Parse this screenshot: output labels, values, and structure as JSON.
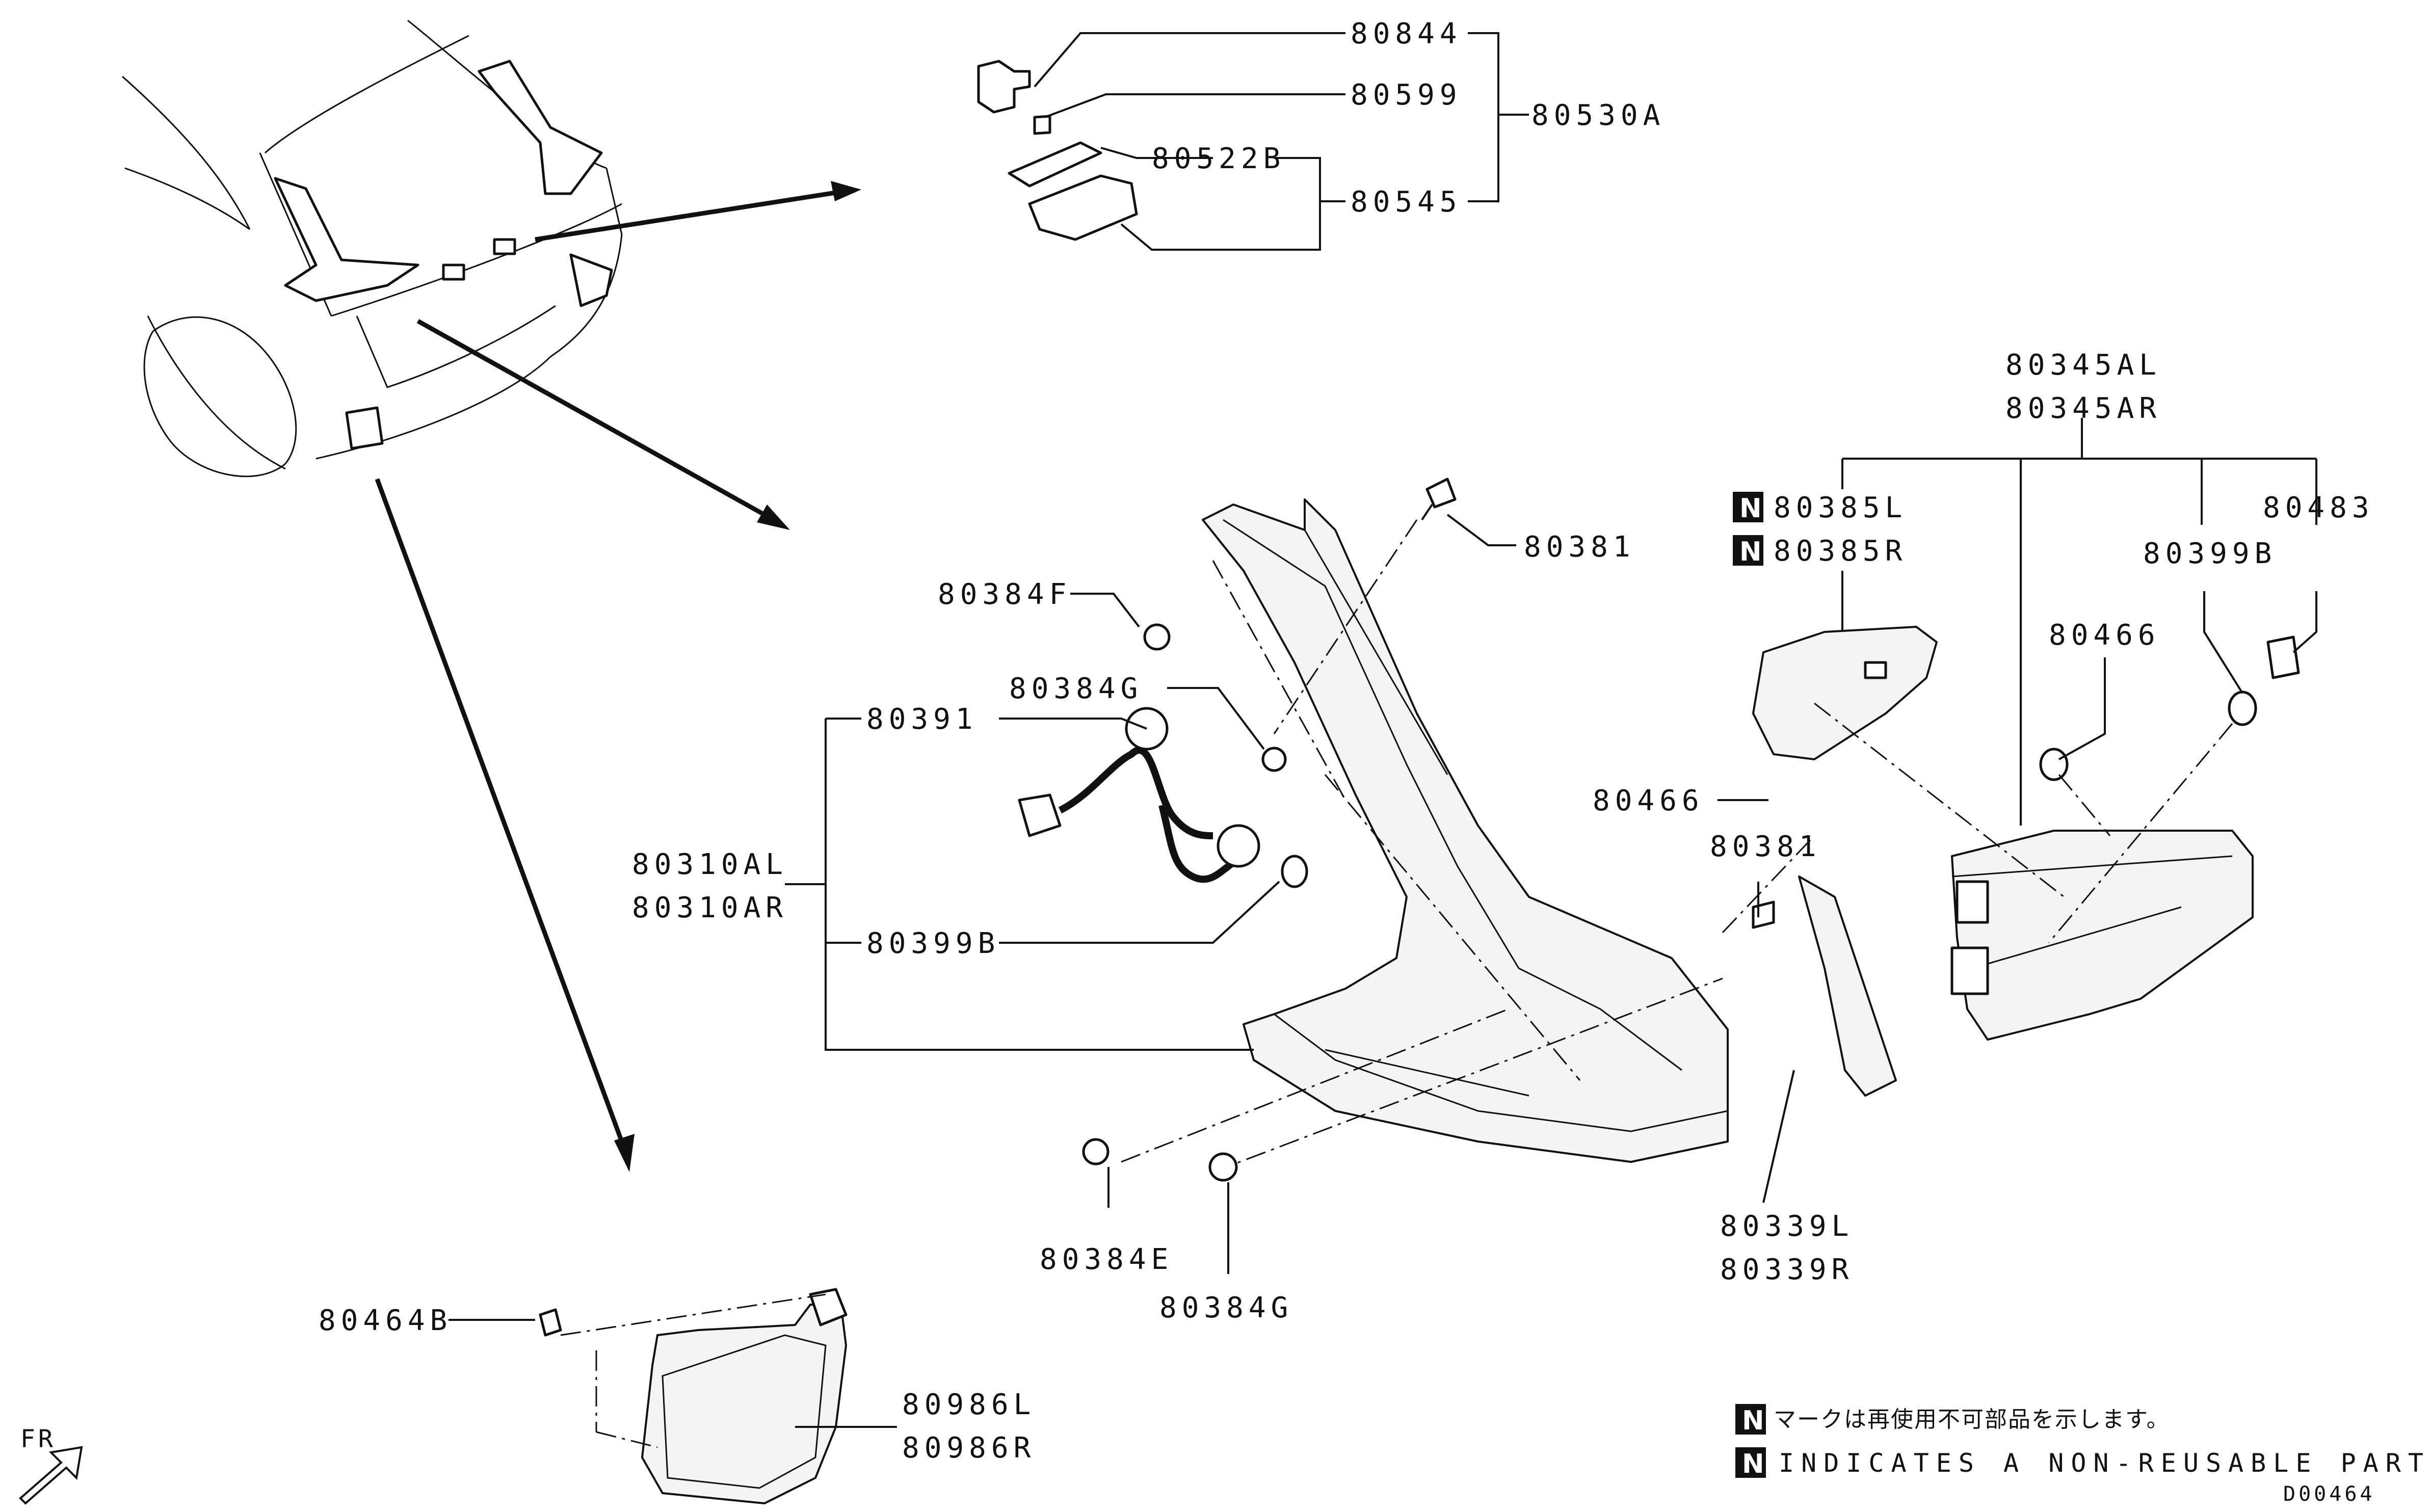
{
  "labels": {
    "p80844": "80844",
    "p80599": "80599",
    "p80530A": "80530A",
    "p80522B": "80522B",
    "p80545": "80545",
    "p80345AL": "80345AL",
    "p80345AR": "80345AR",
    "p80385L": "80385L",
    "p80385R": "80385R",
    "p80483": "80483",
    "p80399B_right": "80399B",
    "p80466_upper": "80466",
    "p80466_lower": "80466",
    "p80381_top": "80381",
    "p80381_mid": "80381",
    "p80384F": "80384F",
    "p80384G_top": "80384G",
    "p80391": "80391",
    "p80310AL": "80310AL",
    "p80310AR": "80310AR",
    "p80399B_left": "80399B",
    "p80384E": "80384E",
    "p80384G_bottom": "80384G",
    "p80339L": "80339L",
    "p80339R": "80339R",
    "p80464B": "80464B",
    "p80986L": "80986L",
    "p80986R": "80986R"
  },
  "legend": {
    "n_mark": "N",
    "japanese_note": "マークは再使用不可部品を示します。",
    "english_note": "INDICATES A NON-REUSABLE PART."
  },
  "direction": {
    "label": "FR"
  },
  "drawing_code": "D00464",
  "icons": {
    "front_direction": "fr-arrow-icon",
    "non_reusable": "n-mark-icon"
  }
}
